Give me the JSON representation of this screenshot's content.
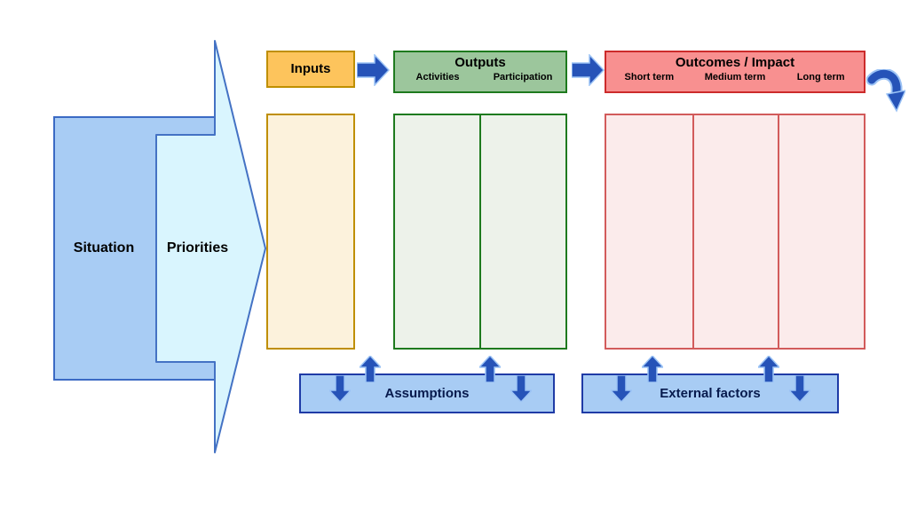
{
  "diagram": {
    "situation": {
      "label": "Situation"
    },
    "priorities": {
      "label": "Priorities"
    },
    "inputs": {
      "label": "Inputs"
    },
    "outputs": {
      "label": "Outputs",
      "columns": [
        "Activities",
        "Participation"
      ]
    },
    "outcomes": {
      "label": "Outcomes / Impact",
      "columns": [
        "Short term",
        "Medium term",
        "Long term"
      ]
    },
    "assumptions": {
      "label": "Assumptions"
    },
    "external_factors": {
      "label": "External factors"
    }
  },
  "icons": {
    "flow_arrow": "arrow-right-icon",
    "loop_arrow": "curved-arrow-icon",
    "up_arrow": "arrow-up-icon",
    "down_arrow": "arrow-down-icon"
  },
  "colors": {
    "situation_fill": "#A8CCF4",
    "situation_border": "#3B6AC4",
    "priorities_fill": "#D9F5FE",
    "priorities_border": "#4472C4",
    "inputs_fill": "#FDC45C",
    "inputs_border": "#BF8F00",
    "inputs_column_fill": "#FCF2DC",
    "outputs_fill": "#9CC69C",
    "outputs_border": "#1E7A1E",
    "outputs_column_fill": "#EDF2EA",
    "outcomes_fill": "#F89090",
    "outcomes_border": "#CC2B2B",
    "outcomes_column_fill": "#FBEBEB",
    "outcomes_column_border": "#D25B5B",
    "flow_arrow_fill": "#2653B8",
    "flow_arrow_outline": "#9CC3F5",
    "bottom_box_fill": "#A8CCF4",
    "bottom_box_border": "#1F3BA6"
  }
}
